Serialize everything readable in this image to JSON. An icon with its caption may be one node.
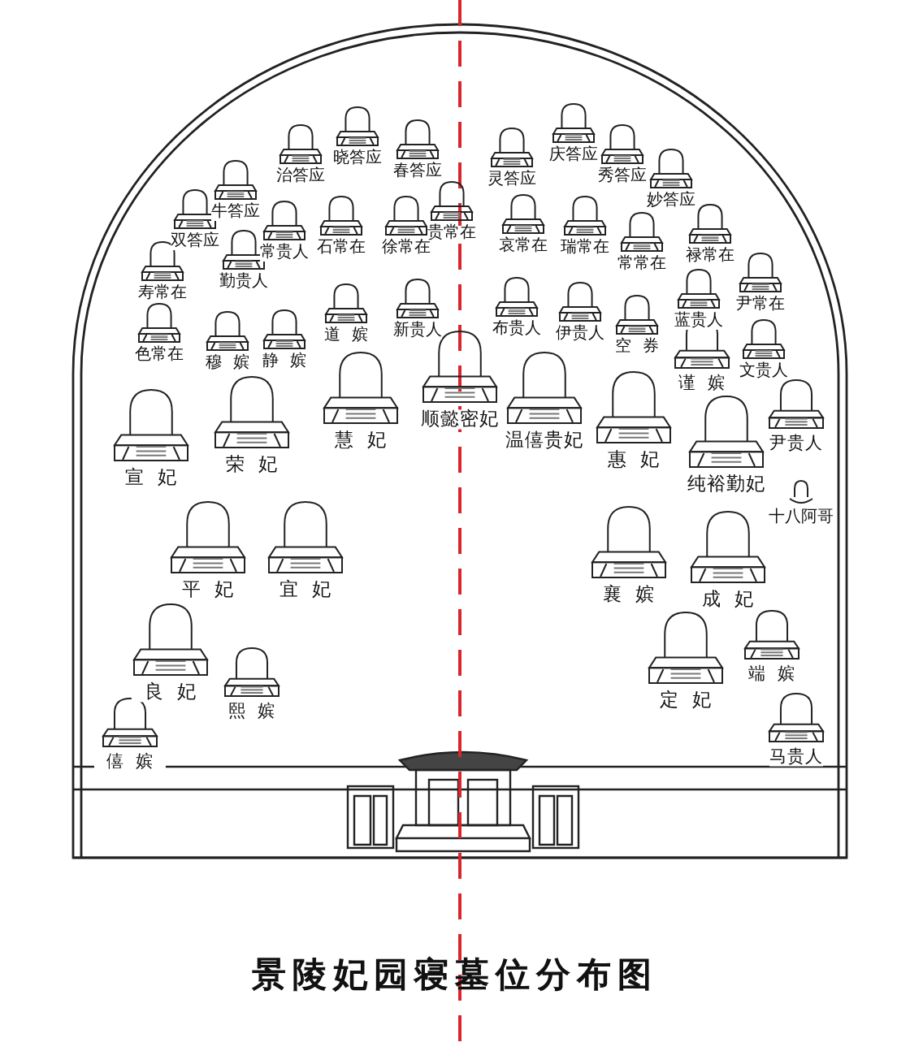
{
  "diagram": {
    "title": "景陵妃园寝墓位分布图",
    "labels": [
      "晓答应",
      "庆答应",
      "春答应",
      "治答应",
      "秀答应",
      "灵答应",
      "妙答应",
      "牛答应",
      "贵常在",
      "双答应",
      "哀常在",
      "石常在",
      "徐常在",
      "瑞常在",
      "常贵人",
      "禄常在",
      "常常在",
      "勤贵人",
      "寿常在",
      "尹常在",
      "蓝贵人",
      "布贵人",
      "新贵人",
      "伊贵人",
      "道嫔",
      "空券",
      "色常在",
      "静嫔",
      "穆嫔",
      "文贵人",
      "谨嫔",
      "顺懿密妃",
      "慧妃",
      "温僖贵妃",
      "尹贵人",
      "惠妃",
      "荣妃",
      "宣妃",
      "纯裕勤妃",
      "十八阿哥",
      "平妃",
      "宜妃",
      "襄嫔",
      "成妃",
      "良妃",
      "端嫔",
      "定妃",
      "熙嫔",
      "僖嫔",
      "马贵人"
    ]
  }
}
